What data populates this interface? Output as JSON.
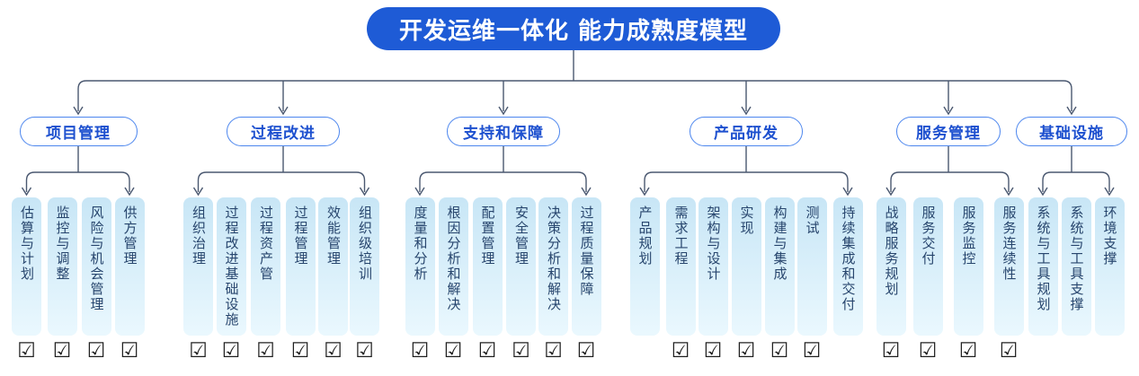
{
  "title": "开发运维一体化 能力成熟度模型",
  "checkbox_glyph": "☑",
  "colors": {
    "title_bg": "#1e5bd6",
    "pill_border": "#4c86ee",
    "pill_text": "#1d50cf",
    "box_top": "#c8e6f6",
    "box_bottom": "#eaf8fe",
    "label": "#27456d",
    "connector": "#4a5870",
    "checkbox": "#1f1f1f"
  },
  "groups": [
    {
      "label": "项目管理",
      "children": [
        {
          "label": "估算与计划",
          "checkbox": true
        },
        {
          "label": "监控与调整",
          "checkbox": true
        },
        {
          "label": "风险与机会管理",
          "checkbox": true
        },
        {
          "label": "供方管理",
          "checkbox": true
        }
      ]
    },
    {
      "label": "过程改进",
      "children": [
        {
          "label": "组织治理",
          "checkbox": true
        },
        {
          "label": "过程改进基础设施",
          "checkbox": true
        },
        {
          "label": "过程资产管",
          "checkbox": true
        },
        {
          "label": "过程管理",
          "checkbox": true
        },
        {
          "label": "效能管理",
          "checkbox": true
        },
        {
          "label": "组织级培训",
          "checkbox": true
        }
      ]
    },
    {
      "label": "支持和保障",
      "children": [
        {
          "label": "度量和分析",
          "checkbox": true
        },
        {
          "label": "根因分析和解决",
          "checkbox": true
        },
        {
          "label": "配置管理",
          "checkbox": true
        },
        {
          "label": "安全管理",
          "checkbox": true
        },
        {
          "label": "决策分析和解决",
          "checkbox": true
        },
        {
          "label": "过程质量保障",
          "checkbox": true
        }
      ]
    },
    {
      "label": "产品研发",
      "children": [
        {
          "label": "产品规划",
          "checkbox": false
        },
        {
          "label": "需求工程",
          "checkbox": true
        },
        {
          "label": "架构与设计",
          "checkbox": true
        },
        {
          "label": "实现",
          "checkbox": true
        },
        {
          "label": "构建与集成",
          "checkbox": true
        },
        {
          "label": "测试",
          "checkbox": true
        },
        {
          "label": "持续集成和交付",
          "checkbox": false
        }
      ]
    },
    {
      "label": "服务管理",
      "children": [
        {
          "label": "战略服务规划",
          "checkbox": true
        },
        {
          "label": "服务交付",
          "checkbox": true
        },
        {
          "label": "服务监控",
          "checkbox": true
        },
        {
          "label": "服务连续性",
          "checkbox": true
        }
      ]
    },
    {
      "label": "基础设施",
      "children": [
        {
          "label": "系统与工具规划",
          "checkbox": false
        },
        {
          "label": "系统与工具支撑",
          "checkbox": false
        },
        {
          "label": "环境支撑",
          "checkbox": false
        }
      ]
    }
  ]
}
